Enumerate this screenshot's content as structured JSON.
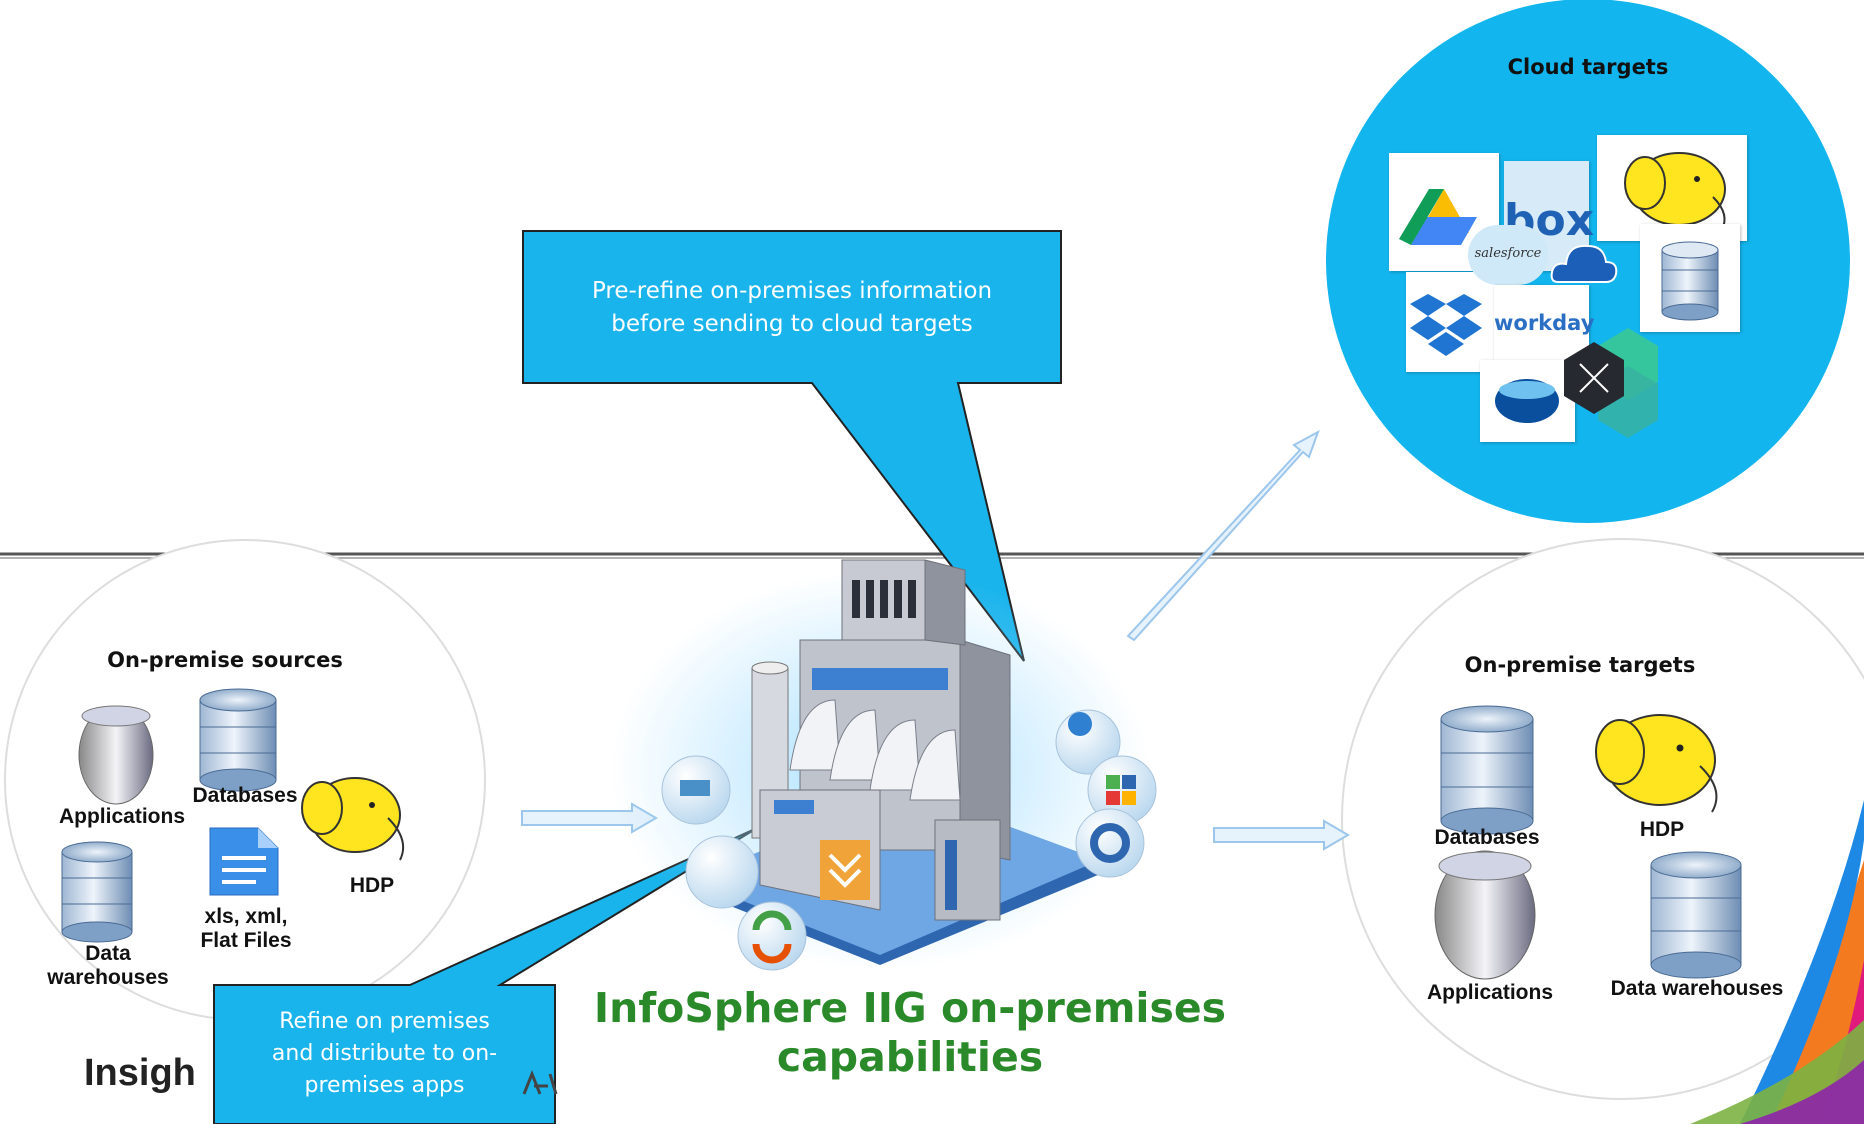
{
  "cloud": {
    "title": "Cloud targets",
    "logos": [
      "box",
      "salesforce",
      "workday"
    ]
  },
  "callout_top": {
    "text_line1": "Pre-refine on-premises information",
    "text_line2": "before sending to cloud targets"
  },
  "callout_bottom": {
    "text_line1": "Refine on premises",
    "text_line2": "and distribute to on-",
    "text_line3": "premises apps"
  },
  "sources": {
    "title": "On-premise sources",
    "applications": "Applications",
    "databases": "Databases",
    "hdp": "HDP",
    "files_line1": "xls, xml,",
    "files_line2": "Flat Files",
    "dw_line1": "Data",
    "dw_line2": "warehouses"
  },
  "targets": {
    "title": "On-premise targets",
    "databases": "Databases",
    "hdp": "HDP",
    "applications": "Applications",
    "data_warehouses": "Data warehouses"
  },
  "hub": {
    "title_line1": "InfoSphere IIG on-premises",
    "title_line2": "capabilities"
  },
  "footer": {
    "logo_text": "Insigh"
  },
  "colors": {
    "cloud_blue": "#13b5ee",
    "callout_blue": "#19b4ec",
    "hub_green": "#2a8a2a"
  }
}
